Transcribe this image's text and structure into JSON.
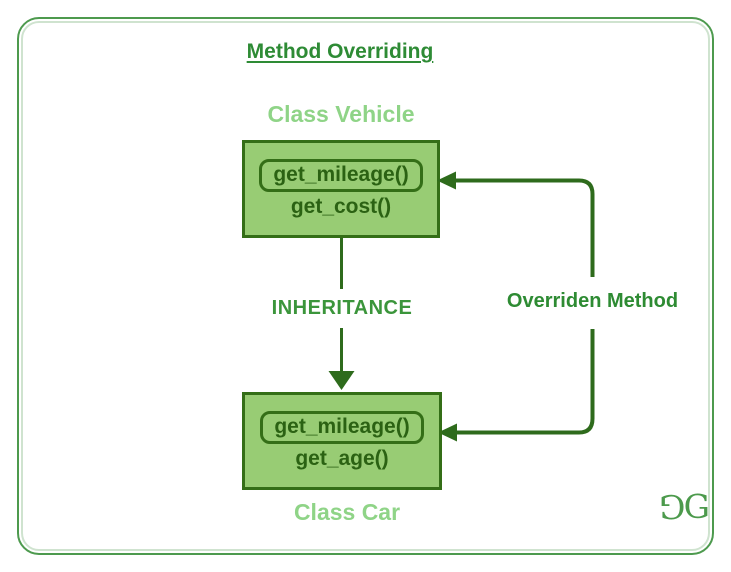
{
  "title": "Method Overriding",
  "vehicle": {
    "label": "Class Vehicle",
    "overridden_method": "get_mileage()",
    "other_method": "get_cost()"
  },
  "car": {
    "label": "Class Car",
    "overridden_method": "get_mileage()",
    "other_method": "get_age()"
  },
  "annotations": {
    "inheritance": "INHERITANCE",
    "overridden": "Overriden Method"
  },
  "logo": {
    "left_glyph": "G",
    "right_glyph": "G"
  },
  "colors": {
    "frame_outer": "#4D9A4E",
    "frame_inner": "#CFE3CF",
    "title": "#2E8B35",
    "class_label": "#8FD487",
    "box_fill": "#98CC74",
    "box_border": "#346E17",
    "method_text": "#2B6213",
    "line": "#2E6B1C",
    "inheritance_label": "#3B953B",
    "overridden_label": "#2E8B33",
    "logo": "#4C9A4C"
  }
}
